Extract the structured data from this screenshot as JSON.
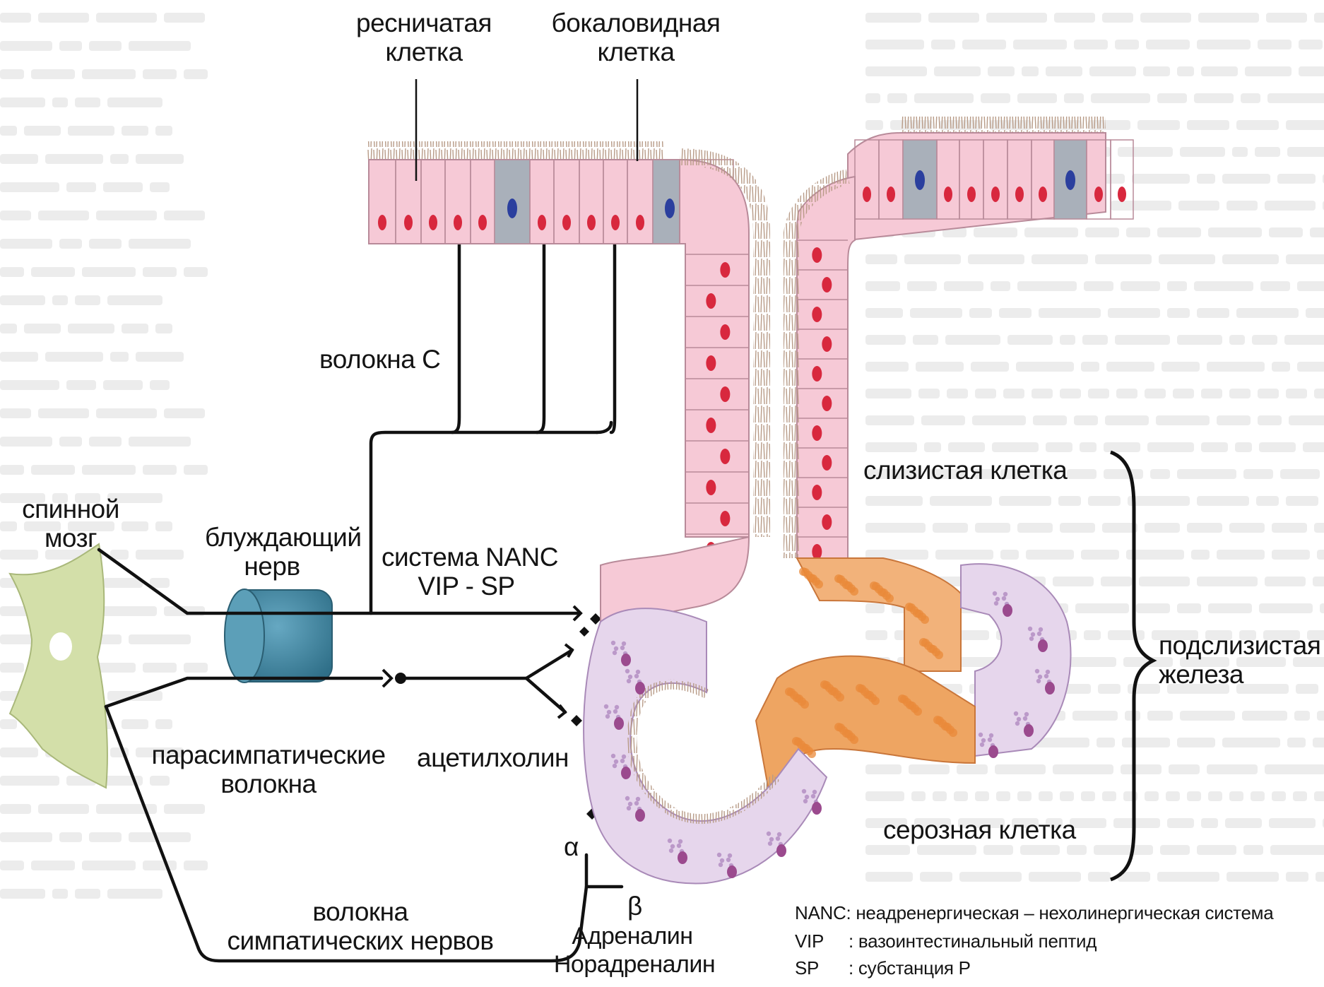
{
  "labels": {
    "ciliated_cell": [
      "ресничатая",
      "клетка"
    ],
    "goblet_cell": [
      "бокаловидная",
      "клетка"
    ],
    "c_fibers": "волокна С",
    "spinal_cord": [
      "спинной",
      "мозг"
    ],
    "vagus_nerve": [
      "блуждающий",
      "нерв"
    ],
    "nanc_system": [
      "система NANC",
      "VIP - SP"
    ],
    "parasympathetic_fibers": [
      "парасимпатические",
      "волокна"
    ],
    "acetylcholine": "ацетилхолин",
    "sympathetic_fibers": [
      "волокна",
      "симпатических нервов"
    ],
    "alpha": "α",
    "beta": "β",
    "adrenaline": "Адреналин",
    "noradrenaline": "Норадреналин",
    "mucous_cell": "слизистая клетка",
    "serous_cell": "серозная клетка",
    "submucosal_gland": [
      "подслизистая",
      "железа"
    ]
  },
  "legend": [
    {
      "abbr": "NANC",
      "sep": ":",
      "text": "неадренергическая – нехолинергическая система"
    },
    {
      "abbr": "VIP",
      "sep": ":",
      "text": "вазоинтестинальный пептид"
    },
    {
      "abbr": "SP",
      "sep": ":",
      "text": "субстанция Р"
    }
  ],
  "colors": {
    "epithelium_fill": "#f6c9d6",
    "epithelium_stroke": "#b88a99",
    "nucleus_red": "#d8283e",
    "goblet_fill": "#a9b0ba",
    "goblet_nucleus": "#2b3f9e",
    "serous_fill": "#e6d6ec",
    "serous_dots": "#b089c0",
    "serous_nucleus": "#9b4a8e",
    "mucous_orange": "#e98a3a",
    "vagus_nerve": "#3b7f99",
    "spinal_cord": "#cfdca5",
    "nerve_line": "#111111"
  },
  "icons": {
    "receptor": "receptor-fork-icon",
    "transmitter": "transmitter-diamond-icon",
    "ganglion": "ganglion-dot-icon"
  }
}
